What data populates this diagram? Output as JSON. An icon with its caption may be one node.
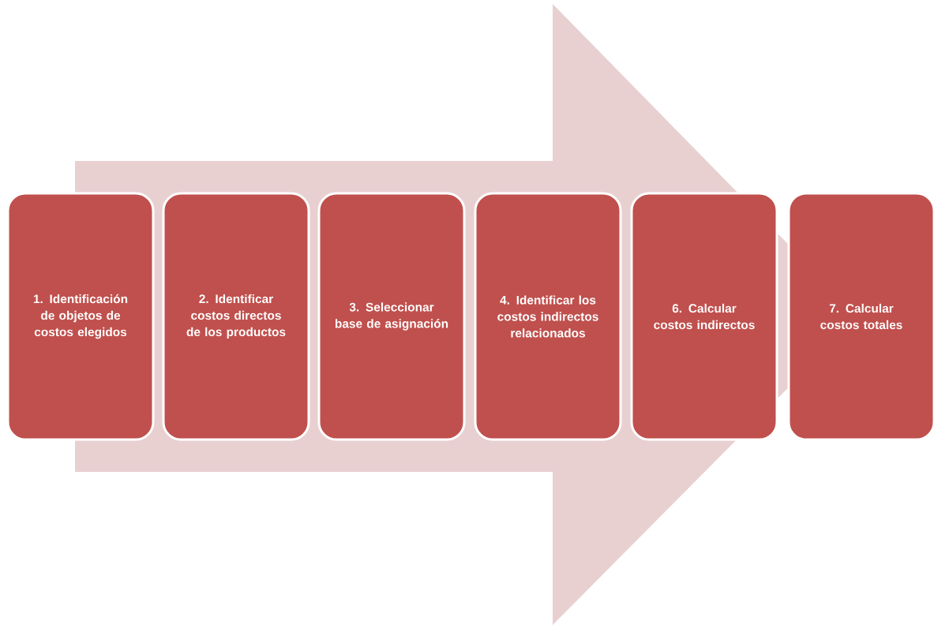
{
  "diagram": {
    "nodes": [
      {
        "text": [
          "1. Identificación de objetos de costos elegidos"
        ]
      },
      {
        "text": [
          "2. Identificar costos directos de los productos"
        ]
      },
      {
        "text": [
          "3. Seleccionar base de asignación"
        ]
      },
      {
        "text": [
          "4. Identificar los costos indirectos relacionados"
        ]
      },
      {
        "text": [
          "6. Calcular costos indirectos"
        ]
      },
      {
        "text": [
          "7. Calcular costos totales"
        ]
      }
    ],
    "edges": [
      {
        "from": 0,
        "to": 5,
        "arrow": "to"
      }
    ]
  }
}
